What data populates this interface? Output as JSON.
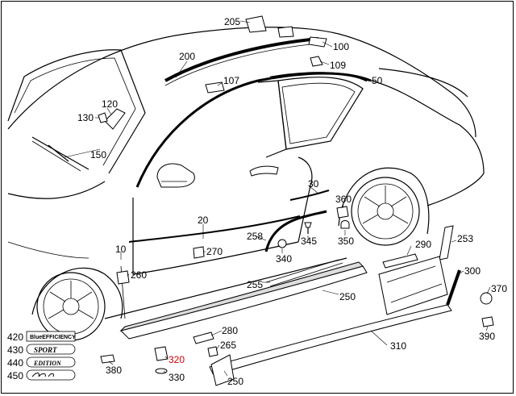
{
  "callouts": [
    {
      "id": "c205",
      "label": "205"
    },
    {
      "id": "c100",
      "label": "100"
    },
    {
      "id": "c200",
      "label": "200"
    },
    {
      "id": "c109",
      "label": "109"
    },
    {
      "id": "c107",
      "label": "107"
    },
    {
      "id": "c50",
      "label": "50"
    },
    {
      "id": "c120",
      "label": "120"
    },
    {
      "id": "c130",
      "label": "130"
    },
    {
      "id": "c150",
      "label": "150"
    },
    {
      "id": "c30",
      "label": "30"
    },
    {
      "id": "c360",
      "label": "360"
    },
    {
      "id": "c20",
      "label": "20"
    },
    {
      "id": "c258",
      "label": "258"
    },
    {
      "id": "c345",
      "label": "345"
    },
    {
      "id": "c350",
      "label": "350"
    },
    {
      "id": "c290",
      "label": "290"
    },
    {
      "id": "c253",
      "label": "253"
    },
    {
      "id": "c10",
      "label": "10"
    },
    {
      "id": "c270",
      "label": "270"
    },
    {
      "id": "c340",
      "label": "340"
    },
    {
      "id": "c260",
      "label": "260"
    },
    {
      "id": "c300",
      "label": "300"
    },
    {
      "id": "c255",
      "label": "255"
    },
    {
      "id": "c370",
      "label": "370"
    },
    {
      "id": "c250a",
      "label": "250"
    },
    {
      "id": "c280",
      "label": "280"
    },
    {
      "id": "c390",
      "label": "390"
    },
    {
      "id": "c265",
      "label": "265"
    },
    {
      "id": "c310",
      "label": "310"
    },
    {
      "id": "c320",
      "label": "320"
    },
    {
      "id": "c380",
      "label": "380"
    },
    {
      "id": "c330",
      "label": "330"
    },
    {
      "id": "c250b",
      "label": "250"
    }
  ],
  "highlight_color": "#d40000",
  "legend": [
    {
      "id": "420",
      "label": "420",
      "badge": "BlueEFFICIENCY"
    },
    {
      "id": "430",
      "label": "430",
      "badge": "SPORT"
    },
    {
      "id": "440",
      "label": "440",
      "badge": "EDITION"
    },
    {
      "id": "450",
      "label": "450",
      "badge": ""
    }
  ]
}
